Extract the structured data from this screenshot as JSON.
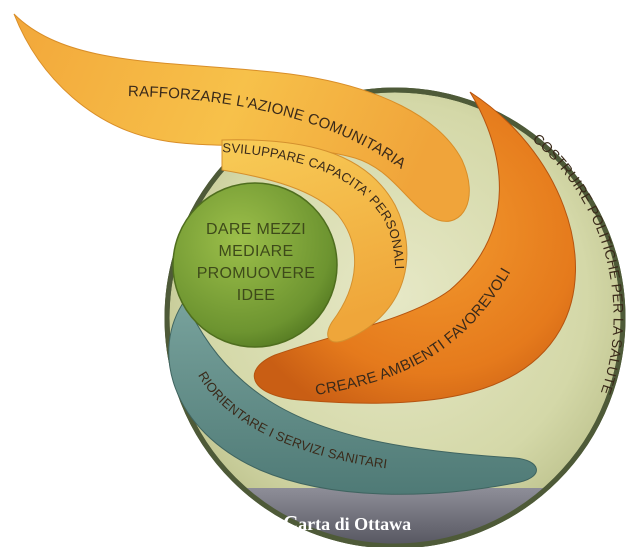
{
  "diagram": {
    "outer_arc": "COSTRUIRE POLITICHE PER LA SALUTE",
    "community": "RAFFORZARE L'AZIONE COMUNITARIA",
    "skills": "SVILUPPARE CAPACITA' PERSONALI",
    "environments": "CREARE AMBIENTI FAVOREVOLI",
    "services": "RIORIENTARE I SERVIZI SANITARI",
    "center": {
      "line1": "DARE MEZZI",
      "line2": "MEDIARE",
      "line3": "PROMUOVERE",
      "line4": "IDEE"
    },
    "footer": {
      "big_c": "C",
      "rest": "arta di Ottawa"
    }
  },
  "colors": {
    "circle_fill": "#d9ddb2",
    "circle_border": "#4e5a38",
    "orange_light": "#f4b13a",
    "orange_dark": "#e0761e",
    "green_center": "#7ea33a",
    "teal_band": "#5f8a86",
    "footer_band": "#6a6a74"
  }
}
